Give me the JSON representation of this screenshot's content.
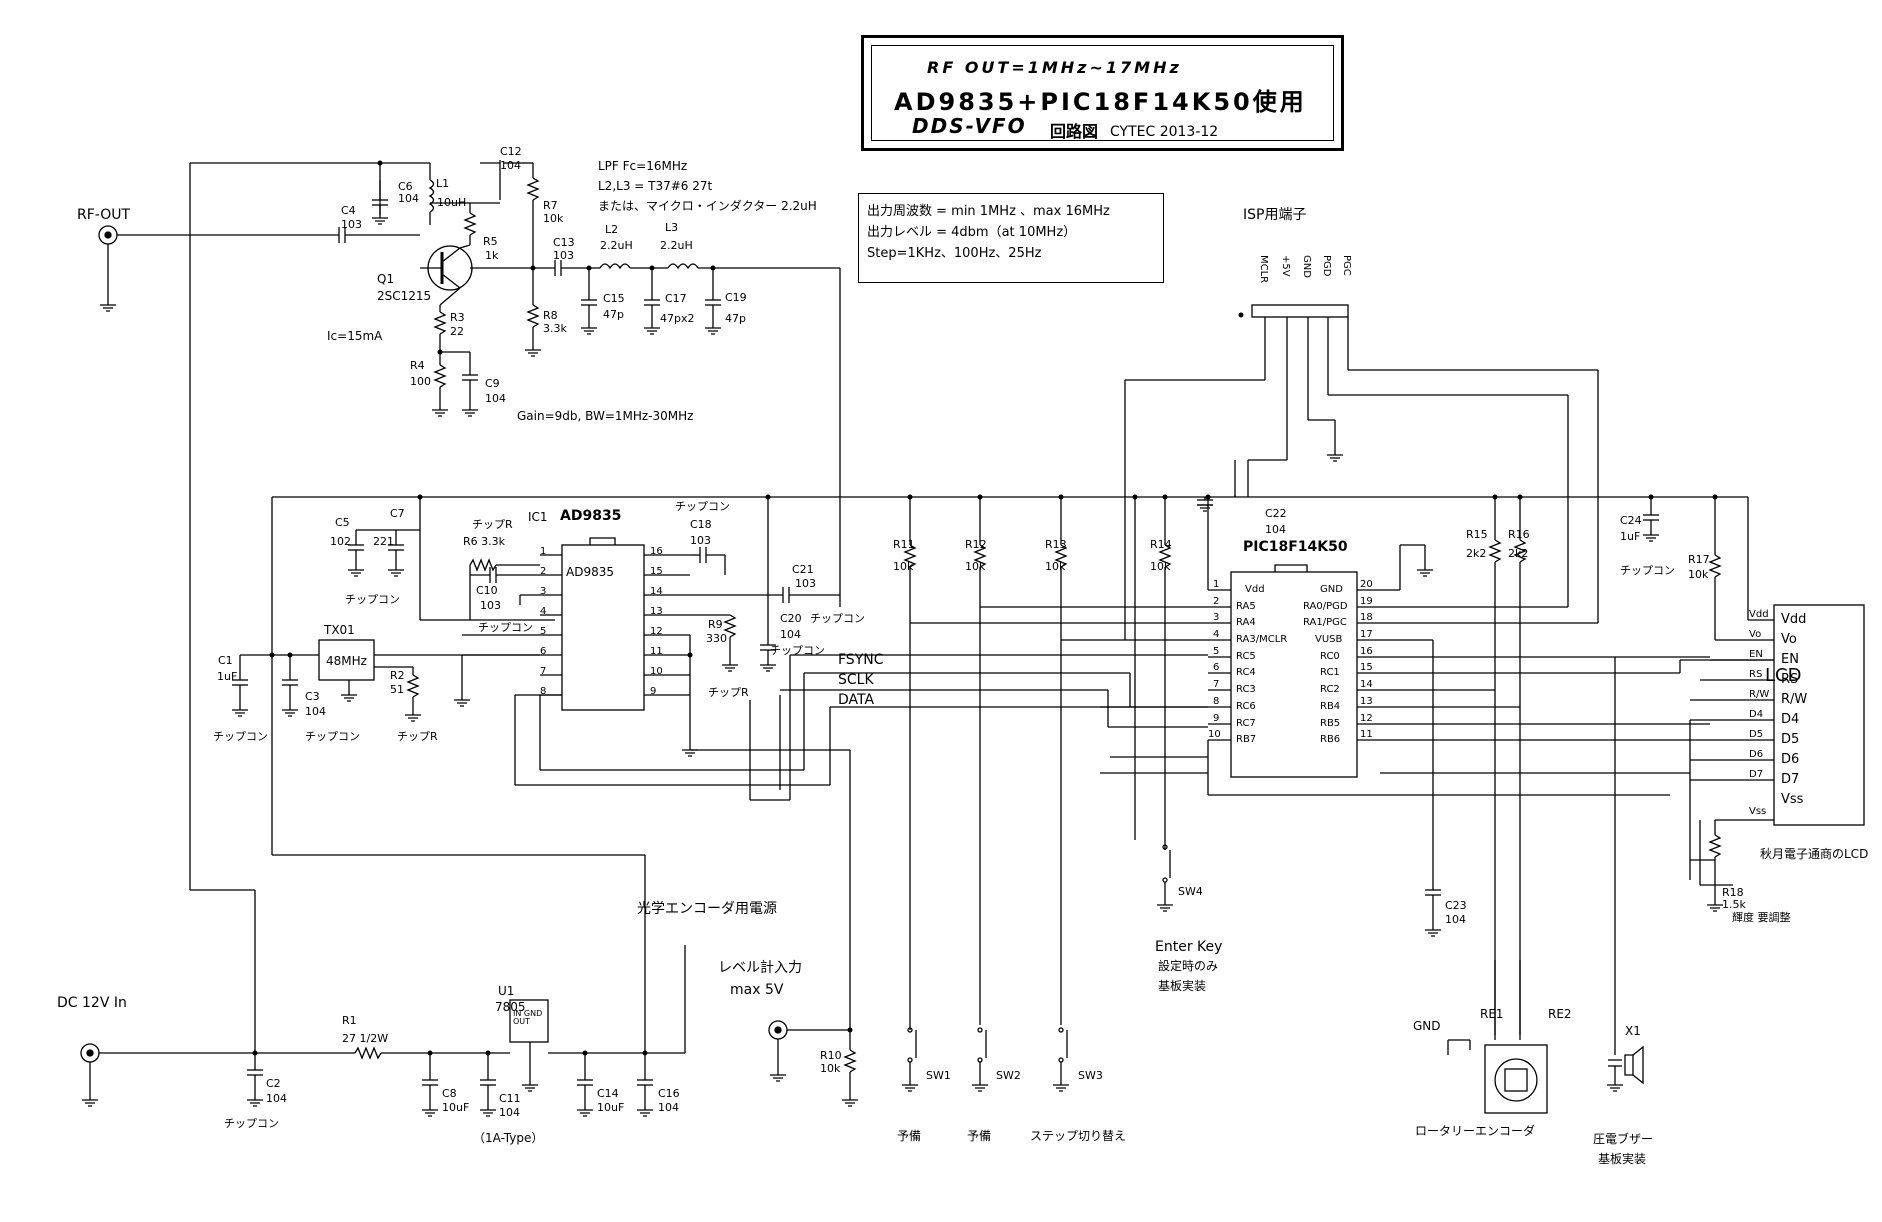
{
  "title": {
    "line1": "RF OUT=1MHz~17MHz",
    "line2": "AD9835+PIC18F14K50使用",
    "line3": "DDS-VFO",
    "line3b": "回路図",
    "credit": "CYTEC 2013-12"
  },
  "specs": {
    "freq": "出力周波数 = min 1MHz 、max 16MHz",
    "level": "出力レベル = 4dbm（at 10MHz）",
    "step": "Step=1KHz、100Hz、25Hz"
  },
  "lpf": {
    "fc": "LPF Fc=16MHz",
    "coil": "L2,L3 = T37#6 27t",
    "alt": "または、マイクロ・インダクター 2.2uH"
  },
  "amp": {
    "ic": "Ic=15mA",
    "gain": "Gain=9db, BW=1MHz-30MHz"
  },
  "connectors": {
    "rf_out": "RF-OUT",
    "dc_in": "DC 12V In",
    "level_in": "レベル計入力",
    "level_max": "max 5V",
    "isp": "ISP用端子",
    "encoder_power": "光学エンコーダ用電源"
  },
  "isp_pins": [
    "MCLR",
    "+5V",
    "GND",
    "PGD",
    "PGC"
  ],
  "ics": {
    "ic1": "IC1",
    "ad9835": "AD9835",
    "ad9835_body": "AD9835",
    "pic": "PIC18F14K50",
    "u1": "U1",
    "reg": "7805",
    "reg_pins": "IN GND OUT",
    "reg_type": "（1A-Type）",
    "tx01": "TX01",
    "osc": "48MHz",
    "q1": "Q1",
    "q1_part": "2SC1215"
  },
  "ad9835_pins_left": [
    "1",
    "2",
    "3",
    "4",
    "5",
    "6",
    "7",
    "8"
  ],
  "ad9835_pins_right": [
    "16",
    "15",
    "14",
    "13",
    "12",
    "11",
    "10",
    "9"
  ],
  "pic_left": [
    {
      "num": "1",
      "name": "Vdd"
    },
    {
      "num": "2",
      "name": "RA5"
    },
    {
      "num": "3",
      "name": "RA4"
    },
    {
      "num": "4",
      "name": "RA3/MCLR"
    },
    {
      "num": "5",
      "name": "RC5"
    },
    {
      "num": "6",
      "name": "RC4"
    },
    {
      "num": "7",
      "name": "RC3"
    },
    {
      "num": "8",
      "name": "RC6"
    },
    {
      "num": "9",
      "name": "RC7"
    },
    {
      "num": "10",
      "name": "RB7"
    }
  ],
  "pic_right": [
    {
      "num": "20",
      "name": "GND"
    },
    {
      "num": "19",
      "name": "RA0/PGD"
    },
    {
      "num": "18",
      "name": "RA1/PGC"
    },
    {
      "num": "17",
      "name": "VUSB"
    },
    {
      "num": "16",
      "name": "RC0"
    },
    {
      "num": "15",
      "name": "RC1"
    },
    {
      "num": "14",
      "name": "RC2"
    },
    {
      "num": "13",
      "name": "RB4"
    },
    {
      "num": "12",
      "name": "RB5"
    },
    {
      "num": "11",
      "name": "RB6"
    }
  ],
  "lcd": {
    "title": "LCD",
    "pins": [
      "Vdd",
      "Vo",
      "EN",
      "RS",
      "R/W",
      "D4",
      "D5",
      "D6",
      "D7",
      "Vss"
    ],
    "caption": "秋月電子通商のLCD"
  },
  "signals": {
    "fsync": "FSYNC",
    "sclk": "SCLK",
    "data": "DATA"
  },
  "labels": [
    {
      "id": "c6",
      "text": "C6"
    },
    {
      "id": "c6v",
      "text": "104"
    },
    {
      "id": "l1",
      "text": "L1"
    },
    {
      "id": "l1v",
      "text": "10uH"
    },
    {
      "id": "c12",
      "text": "C12"
    },
    {
      "id": "c12v",
      "text": "104"
    },
    {
      "id": "c4",
      "text": "C4"
    },
    {
      "id": "c4v",
      "text": "103"
    },
    {
      "id": "r7",
      "text": "R7"
    },
    {
      "id": "r7v",
      "text": "10k"
    },
    {
      "id": "r5",
      "text": "R5"
    },
    {
      "id": "r5v",
      "text": "1k"
    },
    {
      "id": "c13",
      "text": "C13"
    },
    {
      "id": "c13v",
      "text": "103"
    },
    {
      "id": "l2",
      "text": "L2"
    },
    {
      "id": "l2v",
      "text": "2.2uH"
    },
    {
      "id": "l3",
      "text": "L3"
    },
    {
      "id": "l3v",
      "text": "2.2uH"
    },
    {
      "id": "c15",
      "text": "C15"
    },
    {
      "id": "c15v",
      "text": "47p"
    },
    {
      "id": "c17",
      "text": "C17"
    },
    {
      "id": "c17v",
      "text": "47px2"
    },
    {
      "id": "c19",
      "text": "C19"
    },
    {
      "id": "c19v",
      "text": "47p"
    },
    {
      "id": "r8",
      "text": "R8"
    },
    {
      "id": "r8v",
      "text": "3.3k"
    },
    {
      "id": "r3",
      "text": "R3"
    },
    {
      "id": "r3v",
      "text": "22"
    },
    {
      "id": "r4",
      "text": "R4"
    },
    {
      "id": "r4v",
      "text": "100"
    },
    {
      "id": "c9",
      "text": "C9"
    },
    {
      "id": "c9v",
      "text": "104"
    },
    {
      "id": "c5",
      "text": "C5"
    },
    {
      "id": "c5v",
      "text": "102"
    },
    {
      "id": "c7",
      "text": "C7"
    },
    {
      "id": "c7v",
      "text": "221"
    },
    {
      "id": "c5chip",
      "text": "チップコン"
    },
    {
      "id": "r6chip",
      "text": "チップR"
    },
    {
      "id": "r6",
      "text": "R6 3.3k"
    },
    {
      "id": "c10",
      "text": "C10"
    },
    {
      "id": "c10v",
      "text": "103"
    },
    {
      "id": "c10chip",
      "text": "チップコン"
    },
    {
      "id": "c18chip",
      "text": "チップコン"
    },
    {
      "id": "c18",
      "text": "C18"
    },
    {
      "id": "c18v",
      "text": "103"
    },
    {
      "id": "c21",
      "text": "C21"
    },
    {
      "id": "c21v",
      "text": "103"
    },
    {
      "id": "c21chip",
      "text": "チップコン"
    },
    {
      "id": "c20",
      "text": "C20"
    },
    {
      "id": "c20v",
      "text": "104"
    },
    {
      "id": "c20chip",
      "text": "チップコン"
    },
    {
      "id": "r9",
      "text": "R9"
    },
    {
      "id": "r9v",
      "text": "330"
    },
    {
      "id": "r9chip",
      "text": "チップR"
    },
    {
      "id": "c1",
      "text": "C1"
    },
    {
      "id": "c1v",
      "text": "1uF"
    },
    {
      "id": "c1chip",
      "text": "チップコン"
    },
    {
      "id": "c3",
      "text": "C3"
    },
    {
      "id": "c3v",
      "text": "104"
    },
    {
      "id": "c3chip",
      "text": "チップコン"
    },
    {
      "id": "r2",
      "text": "R2"
    },
    {
      "id": "r2v",
      "text": "51"
    },
    {
      "id": "r2chip",
      "text": "チップR"
    },
    {
      "id": "r11",
      "text": "R11"
    },
    {
      "id": "r11v",
      "text": "10k"
    },
    {
      "id": "r12",
      "text": "R12"
    },
    {
      "id": "r12v",
      "text": "10k"
    },
    {
      "id": "r13",
      "text": "R13"
    },
    {
      "id": "r13v",
      "text": "10k"
    },
    {
      "id": "r14",
      "text": "R14"
    },
    {
      "id": "r14v",
      "text": "10k"
    },
    {
      "id": "c22",
      "text": "C22"
    },
    {
      "id": "c22v",
      "text": "104"
    },
    {
      "id": "r15",
      "text": "R15"
    },
    {
      "id": "r15v",
      "text": "2k2"
    },
    {
      "id": "r16",
      "text": "R16"
    },
    {
      "id": "r16v",
      "text": "2k2"
    },
    {
      "id": "c24",
      "text": "C24"
    },
    {
      "id": "c24v",
      "text": "1uF"
    },
    {
      "id": "c24chip",
      "text": "チップコン"
    },
    {
      "id": "r17",
      "text": "R17"
    },
    {
      "id": "r17v",
      "text": "10k"
    },
    {
      "id": "r18",
      "text": "R18"
    },
    {
      "id": "r18v",
      "text": "1.5k"
    },
    {
      "id": "r18note",
      "text": "輝度 要調整"
    },
    {
      "id": "sw4",
      "text": "SW4"
    },
    {
      "id": "enter",
      "text": "Enter Key"
    },
    {
      "id": "enter2",
      "text": "設定時のみ"
    },
    {
      "id": "enter3",
      "text": "基板実装"
    },
    {
      "id": "c23",
      "text": "C23"
    },
    {
      "id": "c23v",
      "text": "104"
    },
    {
      "id": "r1",
      "text": "R1"
    },
    {
      "id": "r1v",
      "text": "27  1/2W"
    },
    {
      "id": "c2",
      "text": "C2"
    },
    {
      "id": "c2v",
      "text": "104"
    },
    {
      "id": "c2chip",
      "text": "チップコン"
    },
    {
      "id": "c8",
      "text": "C8"
    },
    {
      "id": "c8v",
      "text": "10uF"
    },
    {
      "id": "c11",
      "text": "C11"
    },
    {
      "id": "c11v",
      "text": "104"
    },
    {
      "id": "c14",
      "text": "C14"
    },
    {
      "id": "c14v",
      "text": "10uF"
    },
    {
      "id": "c16",
      "text": "C16"
    },
    {
      "id": "c16v",
      "text": "104"
    },
    {
      "id": "r10",
      "text": "R10"
    },
    {
      "id": "r10v",
      "text": "10k"
    },
    {
      "id": "sw1",
      "text": "SW1"
    },
    {
      "id": "sw2",
      "text": "SW2"
    },
    {
      "id": "sw3",
      "text": "SW3"
    },
    {
      "id": "yobi1",
      "text": "予備"
    },
    {
      "id": "yobi2",
      "text": "予備"
    },
    {
      "id": "step",
      "text": "ステップ切り替え"
    },
    {
      "id": "gnd",
      "text": "GND"
    },
    {
      "id": "re1",
      "text": "RE1"
    },
    {
      "id": "re2",
      "text": "RE2"
    },
    {
      "id": "rotary",
      "text": "ロータリーエンコーダ"
    },
    {
      "id": "x1",
      "text": "X1"
    },
    {
      "id": "buzzer",
      "text": "圧電ブザー"
    },
    {
      "id": "buzzer2",
      "text": "基板実装"
    }
  ]
}
